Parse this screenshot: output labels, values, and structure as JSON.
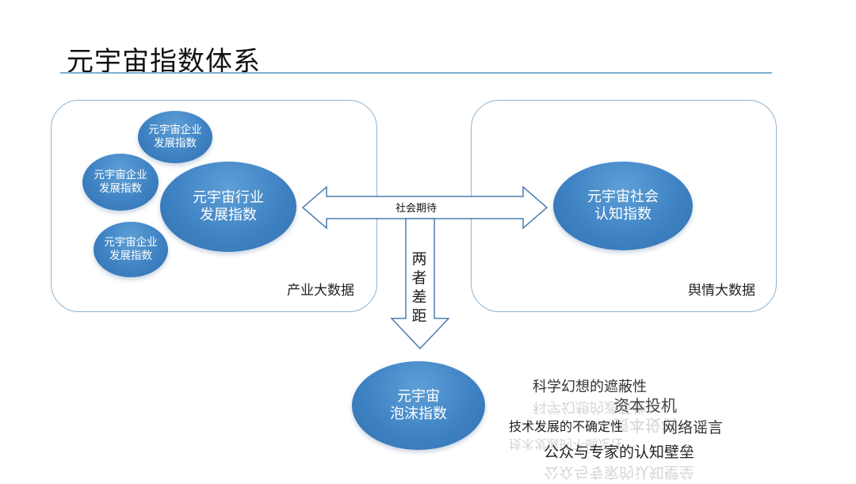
{
  "title": "元宇宙指数体系",
  "left_panel": {
    "label": "产业大数据",
    "small_bubbles": [
      {
        "line1": "元宇宙企业",
        "line2": "发展指数"
      },
      {
        "line1": "元宇宙企业",
        "line2": "发展指数"
      },
      {
        "line1": "元宇宙企业",
        "line2": "发展指数"
      }
    ],
    "big_bubble": {
      "line1": "元宇宙行业",
      "line2": "发展指数"
    }
  },
  "right_panel": {
    "label": "舆情大数据",
    "bubble": {
      "line1": "元宇宙社会",
      "line2": "认知指数"
    }
  },
  "arrow_label": "社会期待",
  "vertical_label": [
    "两",
    "者",
    "差",
    "距"
  ],
  "bottom_bubble": {
    "line1": "元宇宙",
    "line2": "泡沫指数"
  },
  "word_cloud": {
    "w1": "科学幻想的遮蔽性",
    "w2": "资本投机",
    "w3": "技术发展的不确定性",
    "w4": "网络谣言",
    "w5": "公众与专家的认知壁垒"
  },
  "colors": {
    "bubble": "#3f83c4",
    "panel_border": "#8fb3cf",
    "title_rule": "#7fb0d2"
  }
}
